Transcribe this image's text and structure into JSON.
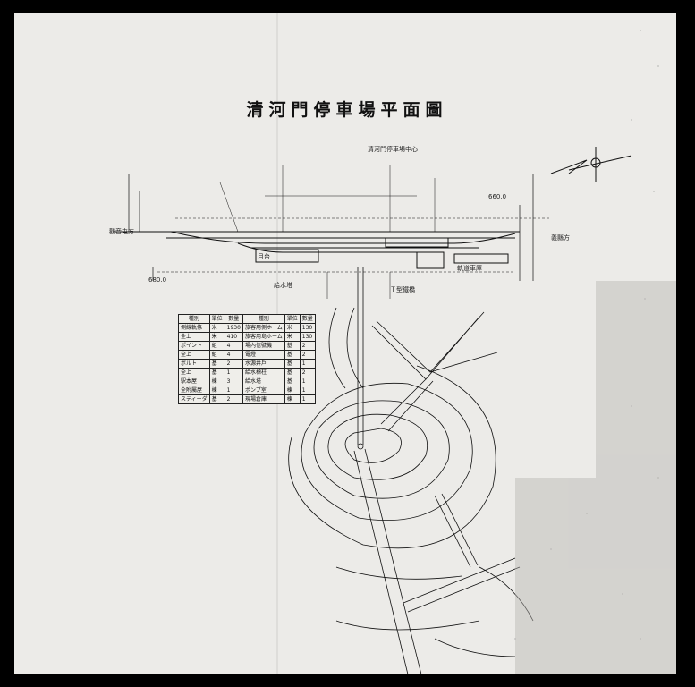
{
  "title": "清河門停車場平面圖",
  "station_note": "清河門停車場中心",
  "labels": {
    "left_direction": "觀音屯方",
    "right_direction": "義縣方",
    "water_tank": "給水塔",
    "handcar_shed": "軌道車庫",
    "platform": "月台",
    "bridge_note": "Ｔ型鐵橋",
    "dist_left": "680.0",
    "dist_right": "660.0"
  },
  "legend": {
    "headers": [
      "種別",
      "單位",
      "數量",
      "種別",
      "單位",
      "數量"
    ],
    "rows": [
      [
        "側線軌條",
        "米",
        "1930",
        "旅客用側ホーム",
        "米",
        "130"
      ],
      [
        "全上",
        "米",
        "410",
        "旅客用島ホーム",
        "米",
        "130"
      ],
      [
        "ポイント",
        "組",
        "4",
        "場內信號機",
        "基",
        "2"
      ],
      [
        "全上",
        "組",
        "4",
        "電燈",
        "基",
        "2"
      ],
      [
        "ボルト",
        "基",
        "2",
        "水源井戶",
        "基",
        "1"
      ],
      [
        "全上",
        "基",
        "1",
        "給水標柱",
        "基",
        "2"
      ],
      [
        "駅本屋",
        "棟",
        "3",
        "給水塔",
        "基",
        "1"
      ],
      [
        "全附屬屋",
        "棟",
        "1",
        "ポンプ室",
        "棟",
        "1"
      ],
      [
        "スティーダ",
        "基",
        "2",
        "現場倉庫",
        "棟",
        "1"
      ]
    ]
  }
}
